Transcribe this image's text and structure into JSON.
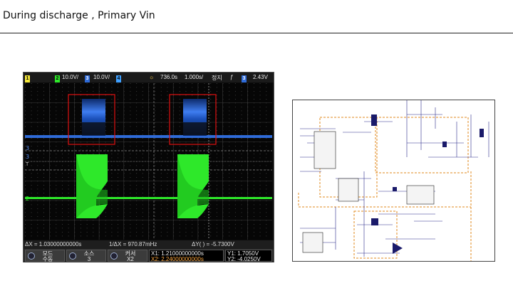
{
  "slide": {
    "title": "During discharge , Primary Vin"
  },
  "scope": {
    "header": {
      "ch1_num": "1",
      "ch2_num": "2",
      "ch2_scale": "10.0V/",
      "ch3_num": "3",
      "ch3_scale": "10.0V/",
      "ch4_num": "4",
      "trigger_delay": "736.0s",
      "timebase": "1.000s/",
      "run_state": "정지",
      "trig_num": "3",
      "trig_level": "2.43V"
    },
    "markers": {
      "ch3": "3",
      "ch3b": "3",
      "ch2": "2",
      "trig_level": "T"
    },
    "readouts": {
      "delta_x": "ΔX = 1.03000000000s",
      "inv_delta_x": "1/ΔX = 970.87mHz",
      "delta_y": "ΔY(  ) = -5.7300V"
    },
    "softkeys": [
      {
        "line1": "모드",
        "line2": "수동"
      },
      {
        "line1": "소스",
        "line2": "3"
      },
      {
        "line1": "커서",
        "line2": "X2"
      }
    ],
    "cursors": {
      "x1": "X1: 1.21000000000s",
      "x2": "X2: 2.24000000000s",
      "y1": "Y1: 1.7050V",
      "y2": "Y2: -4.0250V"
    },
    "colors": {
      "ch3": "#2f6bd8",
      "ch2": "#2ee82a",
      "highlight_box": "#e01010",
      "ch1": "#f5e83a",
      "ch4": "#3fa0ff"
    }
  }
}
